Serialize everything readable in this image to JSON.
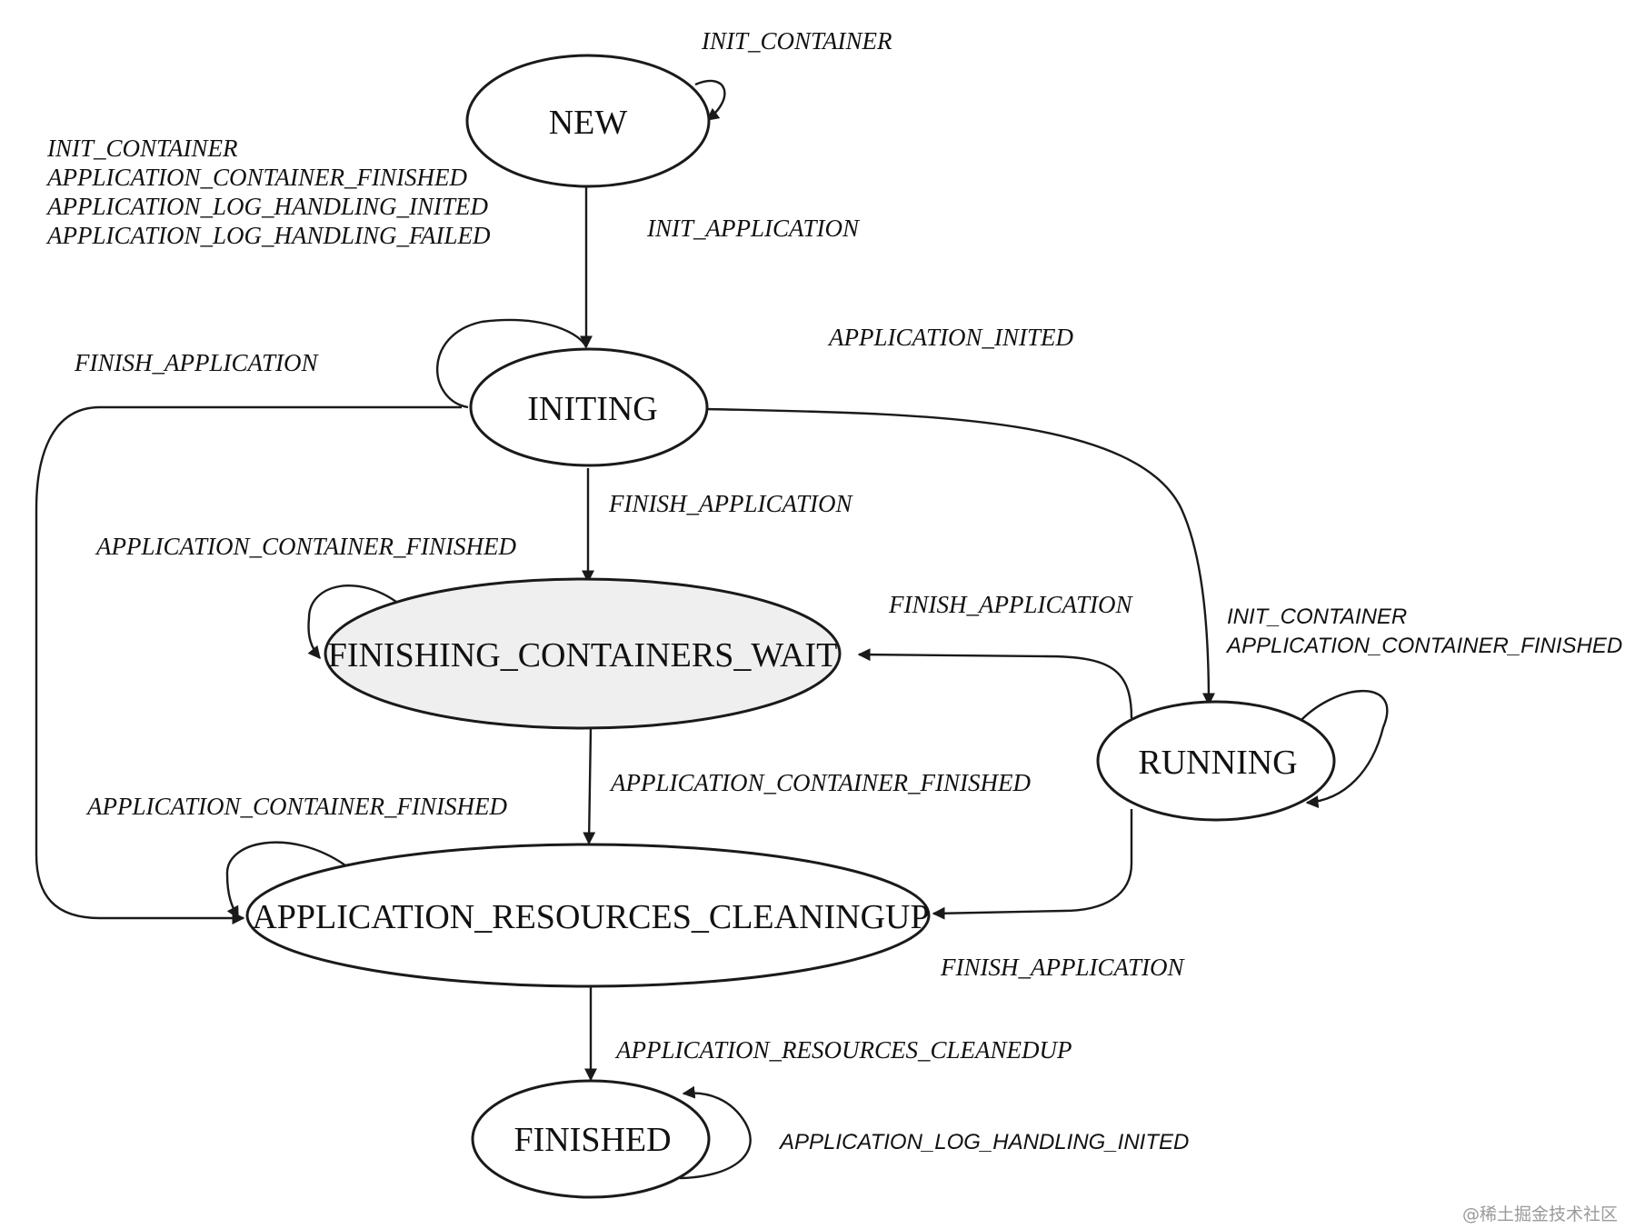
{
  "states": {
    "new": "NEW",
    "initing": "INITING",
    "finishing_containers_wait": "FINISHING_CONTAINERS_WAIT",
    "running": "RUNNING",
    "application_resources_cleaningup": "APPLICATION_RESOURCES_CLEANINGUP",
    "finished": "FINISHED"
  },
  "labels": {
    "new_self": "INIT_CONTAINER",
    "new_to_initing": "INIT_APPLICATION",
    "initing_self": [
      "INIT_CONTAINER",
      "APPLICATION_CONTAINER_FINISHED",
      "APPLICATION_LOG_HANDLING_INITED",
      "APPLICATION_LOG_HANDLING_FAILED"
    ],
    "initing_to_cleanup": "FINISH_APPLICATION",
    "initing_to_running": "APPLICATION_INITED",
    "initing_to_fcw": "FINISH_APPLICATION",
    "fcw_self": "APPLICATION_CONTAINER_FINISHED",
    "running_to_fcw": "FINISH_APPLICATION",
    "running_self": [
      "INIT_CONTAINER",
      "APPLICATION_CONTAINER_FINISHED"
    ],
    "fcw_to_cleanup": "APPLICATION_CONTAINER_FINISHED",
    "cleanup_self": "APPLICATION_CONTAINER_FINISHED",
    "running_to_cleanup": "FINISH_APPLICATION",
    "cleanup_to_finished": "APPLICATION_RESOURCES_CLEANEDUP",
    "finished_self": "APPLICATION_LOG_HANDLING_INITED"
  },
  "watermark": "@稀土掘金技术社区"
}
